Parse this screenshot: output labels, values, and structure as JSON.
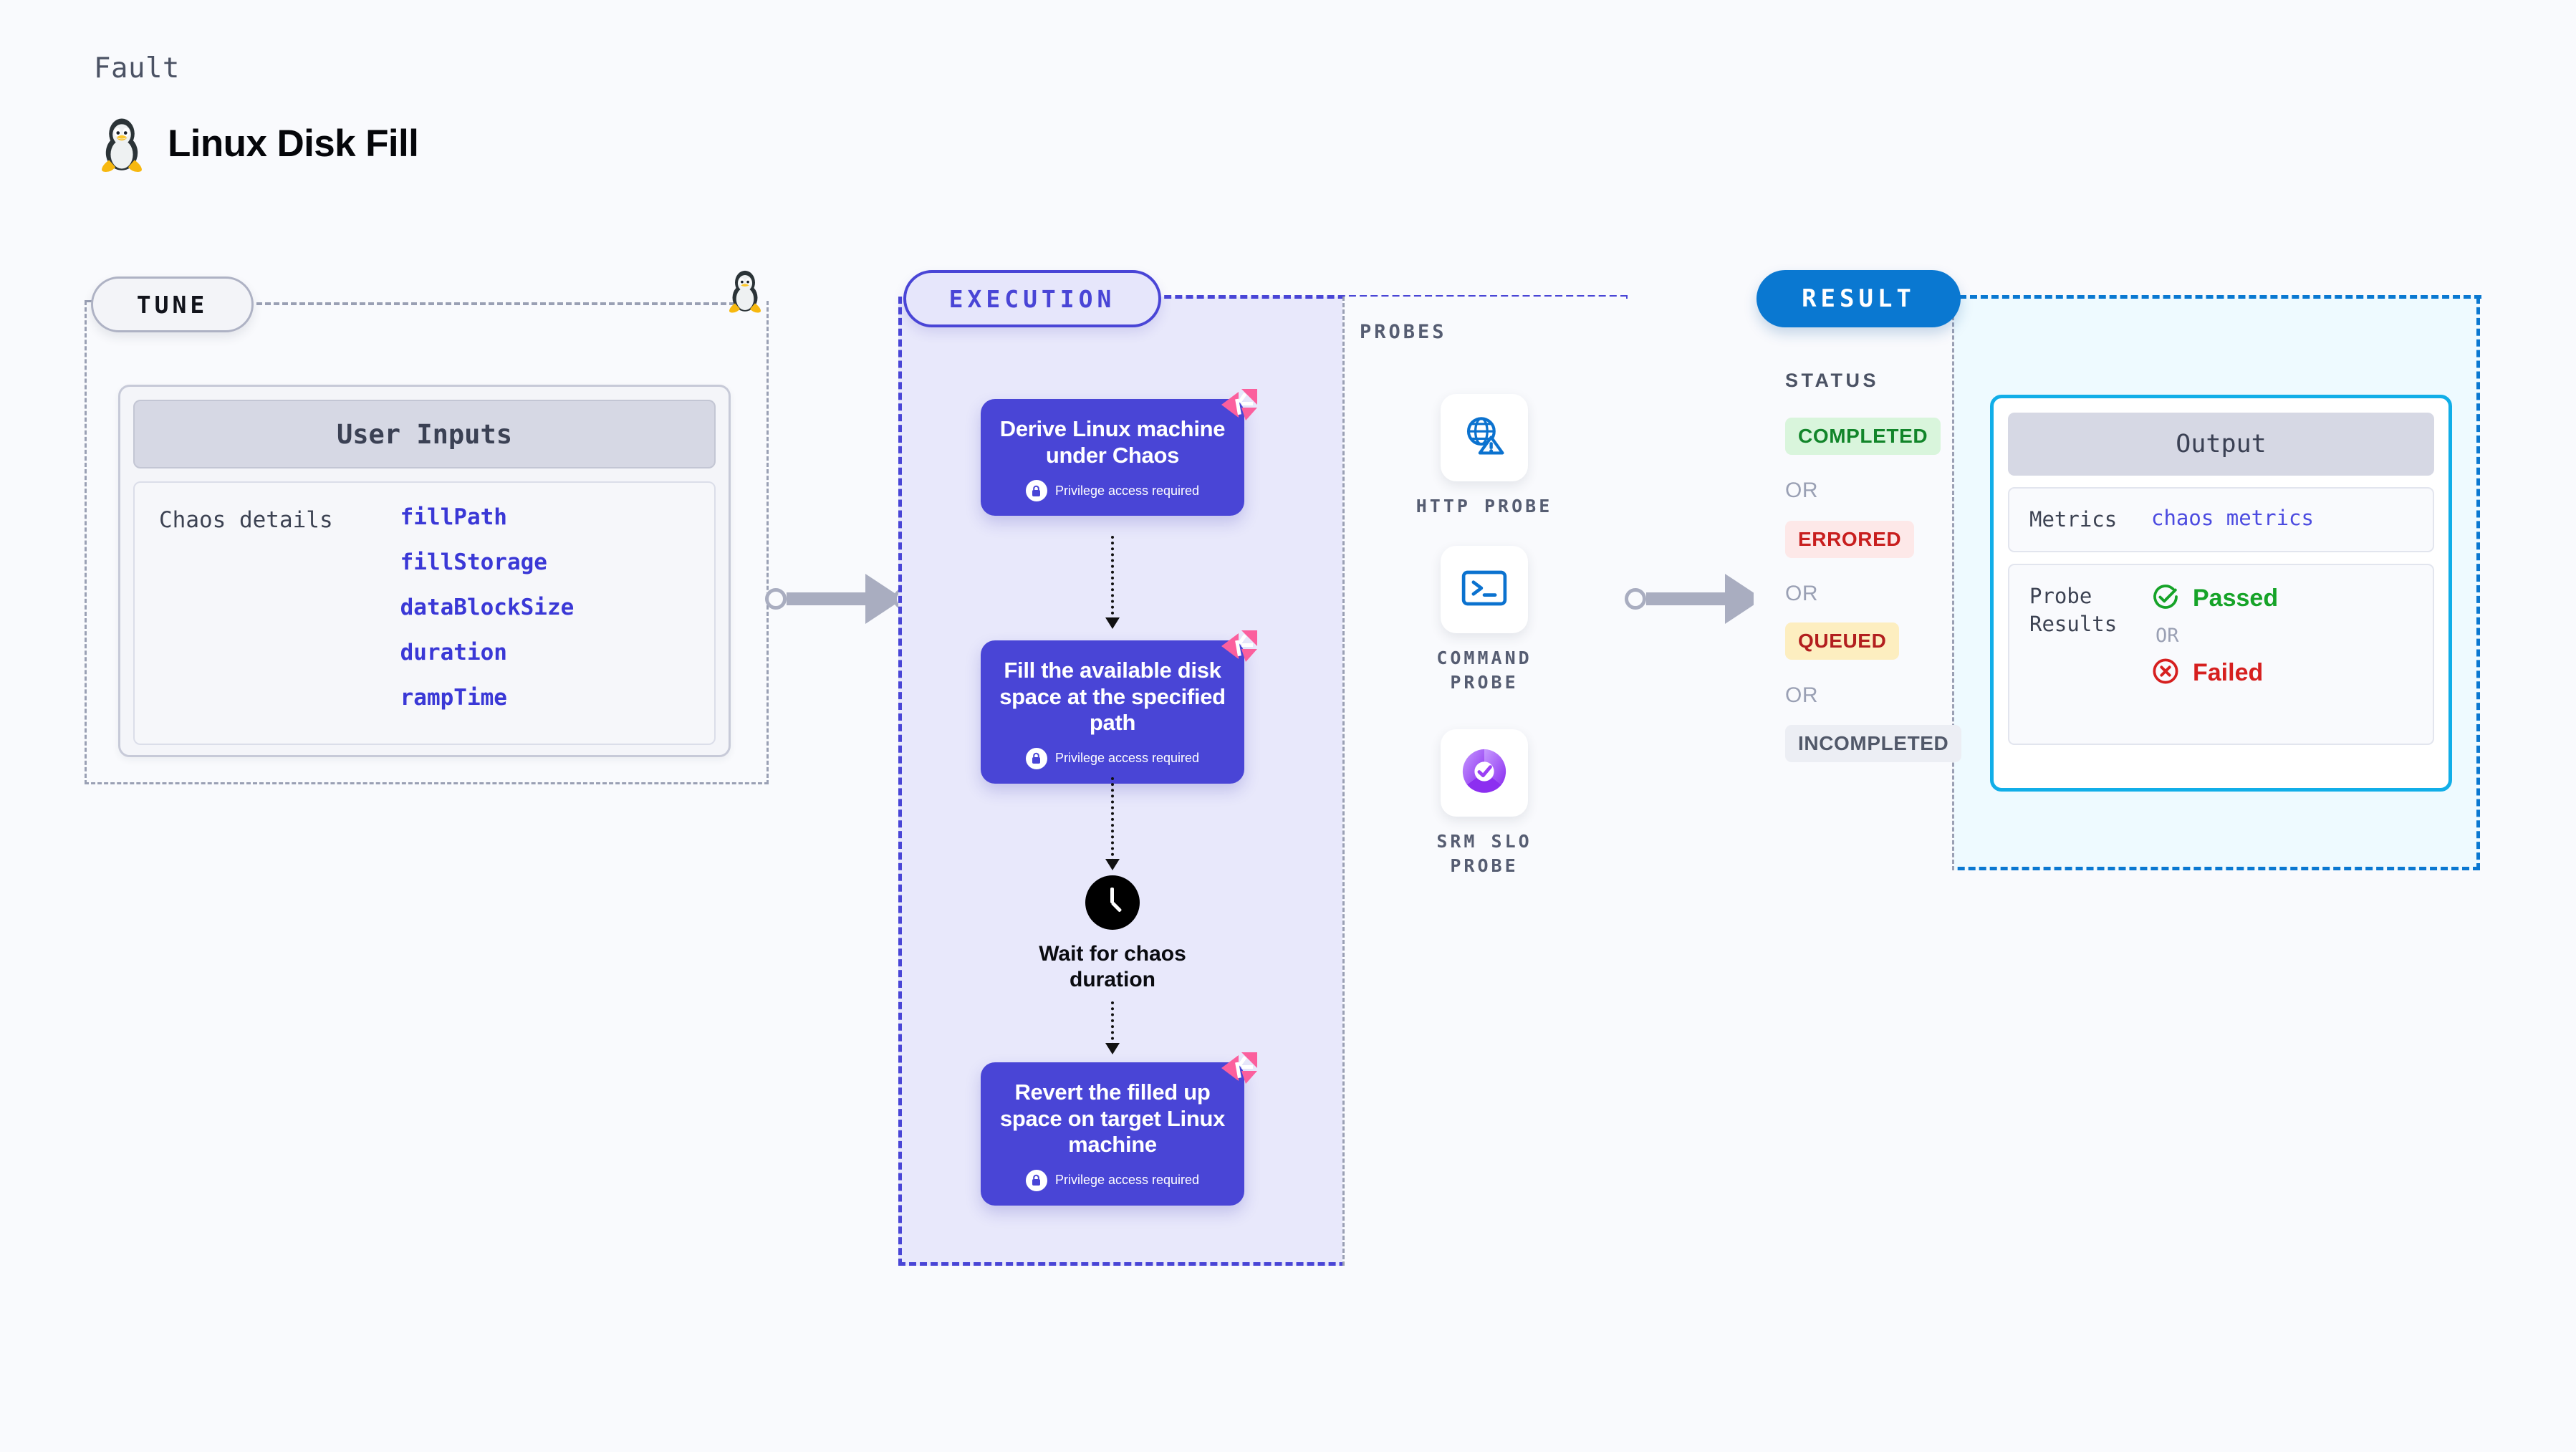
{
  "header": {
    "eyebrow": "Fault",
    "title": "Linux Disk Fill",
    "icon": "linux-penguin-icon"
  },
  "tune": {
    "pill_label": "TUNE",
    "card": {
      "title": "User Inputs",
      "row_label": "Chaos details",
      "params": [
        "fillPath",
        "fillStorage",
        "dataBlockSize",
        "duration",
        "rampTime"
      ]
    }
  },
  "execution": {
    "pill_label": "EXECUTION",
    "steps": [
      {
        "title": "Derive Linux machine under Chaos",
        "privilege": "Privilege access required"
      },
      {
        "title": "Fill the available disk space at the specified path",
        "privilege": "Privilege access required"
      },
      {
        "title": "Revert the filled up space on target Linux machine",
        "privilege": "Privilege access required"
      }
    ],
    "wait_node": {
      "label": "Wait for chaos duration",
      "icon": "clock-icon"
    }
  },
  "probes": {
    "title": "PROBES",
    "items": [
      {
        "label": "HTTP PROBE",
        "icon": "globe-warning-icon"
      },
      {
        "label": "COMMAND PROBE",
        "icon": "terminal-icon"
      },
      {
        "label": "SRM SLO PROBE",
        "icon": "slo-donut-check-icon"
      }
    ]
  },
  "result": {
    "pill_label": "RESULT",
    "status_title": "STATUS",
    "or_label": "OR",
    "statuses": [
      {
        "label": "COMPLETED",
        "bg": "#d9f5dc",
        "fg": "#12852a"
      },
      {
        "label": "ERRORED",
        "bg": "#fde8e8",
        "fg": "#c81e1e"
      },
      {
        "label": "QUEUED",
        "bg": "#fdeec0",
        "fg": "#b21e1e"
      },
      {
        "label": "INCOMPLETED",
        "bg": "#eceef4",
        "fg": "#515869"
      }
    ],
    "output": {
      "title": "Output",
      "metrics_key": "Metrics",
      "metrics_value": "chaos metrics",
      "probe_results_key": "Probe Results",
      "passed_label": "Passed",
      "failed_label": "Failed",
      "or_label": "OR"
    }
  },
  "colors": {
    "background": "#f9fafd",
    "execution_purple": "#4945d6",
    "execution_fill": "#e8e8fb",
    "result_blue": "#0a78d1",
    "result_fill": "#eefaff",
    "output_border": "#11aee8",
    "ribbon_pink": "#fb5f9d",
    "arrow_gray": "#a9adc0"
  }
}
